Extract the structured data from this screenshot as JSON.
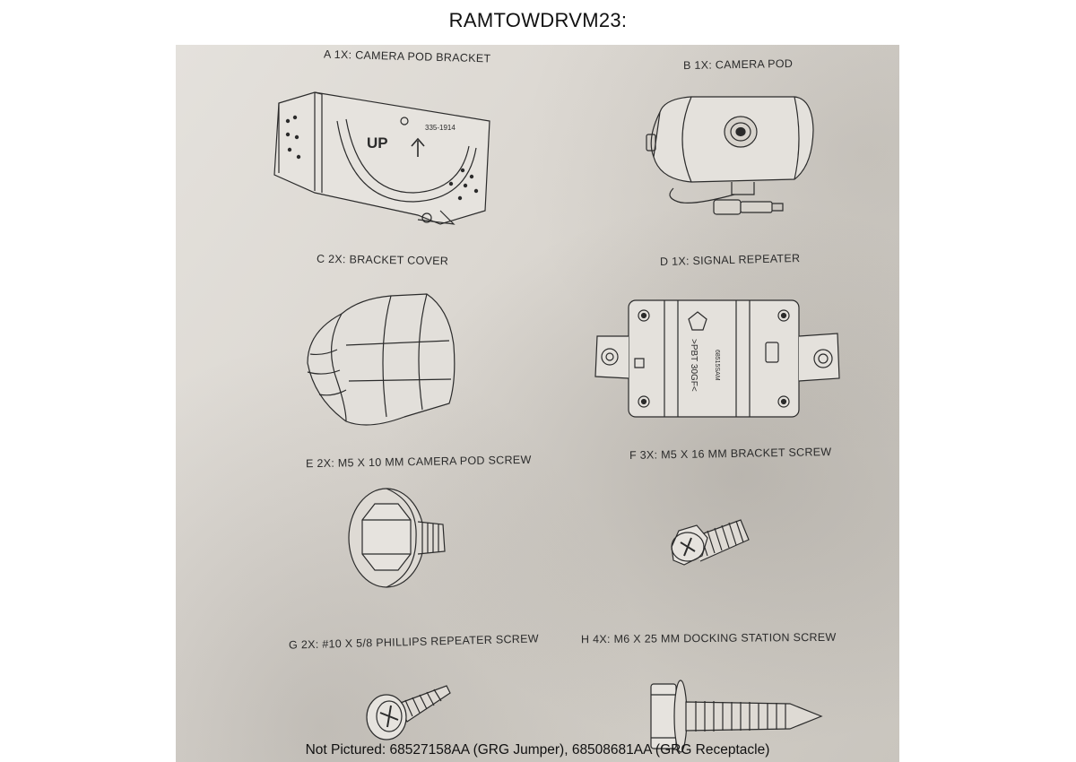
{
  "title": "RAMTOWDRVM23:",
  "parts": {
    "a": {
      "label": "A 1X: CAMERA POD BRACKET",
      "stamp_up": "UP",
      "stamp_code": "335-1914"
    },
    "b": {
      "label": "B 1X: CAMERA POD"
    },
    "c": {
      "label": "C 2X: BRACKET COVER"
    },
    "d": {
      "label": "D 1X: SIGNAL REPEATER",
      "stamp_material": ">PBT 30GF<",
      "stamp_code": "68515SAM"
    },
    "e": {
      "label": "E 2X: M5 X 10 MM CAMERA POD SCREW"
    },
    "f": {
      "label": "F 3X: M5 X 16 MM BRACKET SCREW"
    },
    "g": {
      "label": "G 2X: #10 X 5/8 PHILLIPS REPEATER SCREW"
    },
    "h": {
      "label": "H 4X: M6 X 25 MM DOCKING STATION SCREW"
    }
  },
  "footer": "Not Pictured: 68527158AA (GRG Jumper), 68508681AA (GRG Receptacle)",
  "colors": {
    "paper": "#dcd8d2",
    "ink": "#2b2b2b",
    "text": "#111111"
  }
}
